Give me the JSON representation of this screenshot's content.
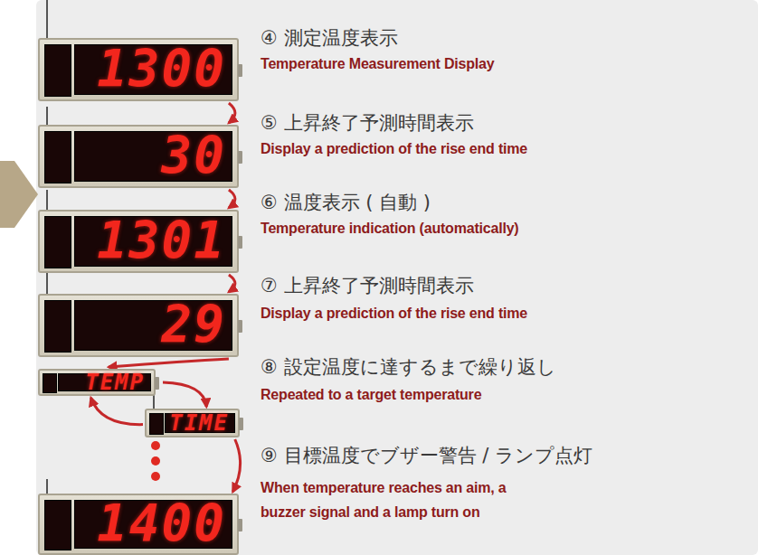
{
  "diagram": {
    "nodes": [
      {
        "text": [
          "1300"
        ]
      },
      {
        "text": [
          "30"
        ]
      },
      {
        "text": [
          "1301"
        ]
      },
      {
        "text": [
          "29"
        ]
      },
      {
        "text": [
          "TEMP"
        ]
      },
      {
        "text": [
          "TIME"
        ]
      },
      {
        "text": [
          "1400"
        ]
      }
    ],
    "edges": [
      {
        "from": 0,
        "to": 1,
        "arrow": "to"
      },
      {
        "from": 1,
        "to": 2,
        "arrow": "to"
      },
      {
        "from": 2,
        "to": 3,
        "arrow": "to"
      },
      {
        "from": 3,
        "to": 4,
        "arrow": "to"
      },
      {
        "from": 4,
        "to": 5,
        "arrow": "to"
      },
      {
        "from": 5,
        "to": 4,
        "arrow": "to"
      },
      {
        "from": 5,
        "to": 6,
        "arrow": "to"
      }
    ],
    "labels": [
      "④ 測定温度表示",
      "Temperature Measurement Display",
      "⑤ 上昇終了予測時間表示",
      "Display a prediction of the rise end time",
      "⑥ 温度表示 ( 自動 )",
      "Temperature indication (automatically)",
      "⑦ 上昇終了予測時間表示",
      "Display a prediction of the rise end time",
      "⑧ 設定温度に達するまで繰り返し",
      "Repeated to a target temperature",
      "⑨ 目標温度でブザー警告 / ランプ点灯",
      "When temperature reaches an aim, a buzzer signal and a lamp turn on"
    ]
  }
}
